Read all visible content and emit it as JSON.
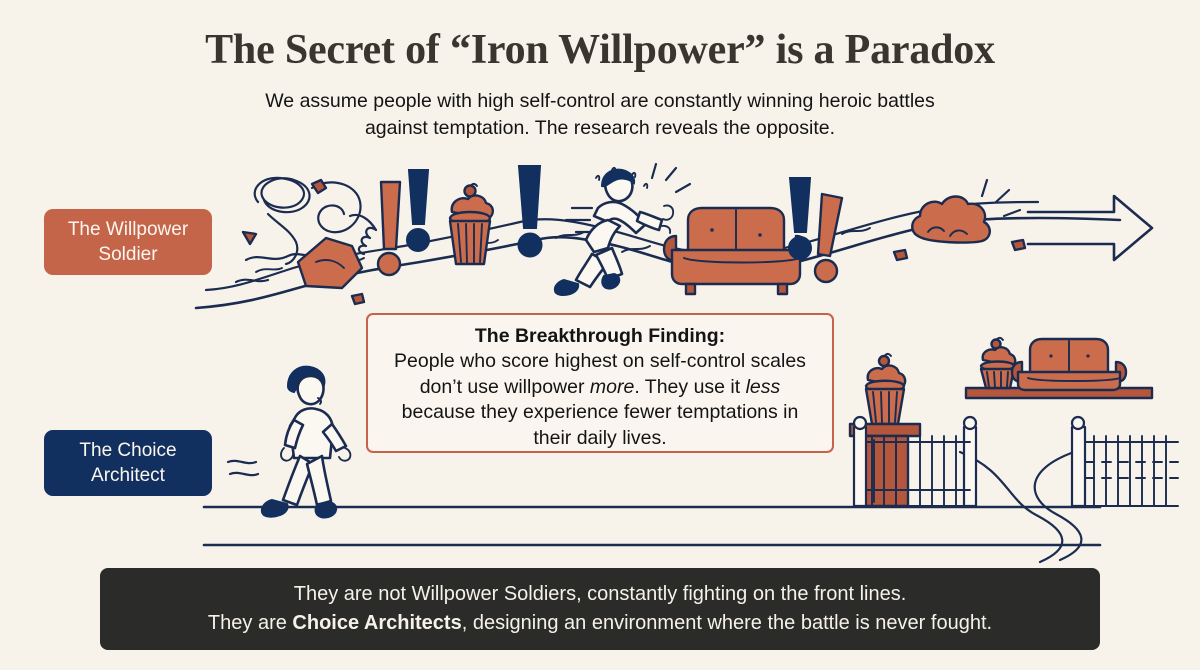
{
  "header": {
    "title": "The Secret of “Iron Willpower” is a Paradox",
    "subtitle_line1": "We assume people with high self-control are constantly winning heroic battles",
    "subtitle_line2": "against temptation. The research reveals the opposite."
  },
  "labels": {
    "soldier_line1": "The Willpower",
    "soldier_line2": "Soldier",
    "architect_line1": "The Choice",
    "architect_line2": "Architect"
  },
  "callout": {
    "heading": "The Breakthrough Finding:",
    "body_a": "People who score highest on self-control scales don’t use willpower ",
    "body_em1": "more",
    "body_b": ". They use it ",
    "body_em2": "less",
    "body_c": " because they experience fewer temptations in their daily lives."
  },
  "banner": {
    "line1": "They are not Willpower Soldiers, constantly fighting on the front lines.",
    "line2_a": "They are ",
    "line2_strong": "Choice Architects",
    "line2_b": ", designing an environment where the battle is never fought."
  },
  "illustration": {
    "top_scene_name": "rugged-uphill-terrain-with-obstacles",
    "bottom_scene_name": "flat-clear-path-with-fenced-temptations",
    "top_icons": [
      "scribble-cluster-icon",
      "rock-icon",
      "exclamation-orange-icon",
      "exclamation-navy-icon",
      "cupcake-icon",
      "straining-person-icon",
      "couch-icon",
      "boulder-icon",
      "arrow-right-icon"
    ],
    "bottom_icons": [
      "walking-person-icon",
      "cupcake-on-pedestal-icon",
      "fence-icon",
      "shelf-icon",
      "couch-icon",
      "cupcake-icon",
      "winding-path-icon"
    ]
  },
  "colors": {
    "background": "#F7F3EA",
    "terracotta": "#C4654A",
    "navy": "#12305F",
    "ink": "#1B2C50",
    "title": "#3A352E",
    "banner_bg": "#2B2B29"
  }
}
